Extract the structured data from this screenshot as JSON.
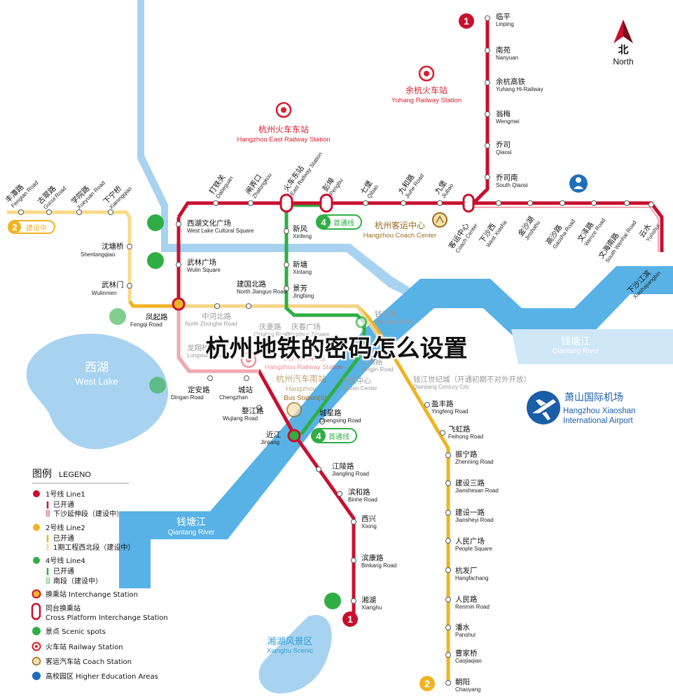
{
  "title": "杭州地铁的密码怎么设置",
  "north": {
    "cn": "北",
    "en": "North"
  },
  "colors": {
    "line1": "#c8102e",
    "line2": "#f0b323",
    "line4": "#2fae45",
    "water": "#a8d3f0",
    "river": "#58b2e6"
  },
  "lines": {
    "line1": {
      "badge": "1"
    },
    "line2": {
      "badge": "2",
      "label_cn": "建设中"
    },
    "line4": {
      "badge": "4",
      "label_cn": "首通线"
    }
  },
  "stations": [
    {
      "cn": "临平",
      "en": "Linping"
    },
    {
      "cn": "南苑",
      "en": "Nanyuan"
    },
    {
      "cn": "余杭高铁",
      "en": "Yuhang Hi-Railway"
    },
    {
      "cn": "翁梅",
      "en": "Wengmei"
    },
    {
      "cn": "乔司",
      "en": "Qiaosi"
    },
    {
      "cn": "乔司南",
      "en": "South Qiaosi"
    },
    {
      "cn": "打铁关",
      "en": "Datieguan"
    },
    {
      "cn": "闸弄口",
      "en": "Zhalongkou"
    },
    {
      "cn": "火车东站",
      "en": "East Railway Station"
    },
    {
      "cn": "彭埠",
      "en": "Pengbu"
    },
    {
      "cn": "七堡",
      "en": "Qibao"
    },
    {
      "cn": "九和路",
      "en": "Jiuhe Road"
    },
    {
      "cn": "九堡",
      "en": "Jiubao"
    },
    {
      "cn": "客运中心",
      "en": "Coach Center"
    },
    {
      "cn": "下沙西",
      "en": "West Xiasha"
    },
    {
      "cn": "金沙湖",
      "en": "Jinshahu"
    },
    {
      "cn": "高沙路",
      "en": "Gaosha Road"
    },
    {
      "cn": "文泽路",
      "en": "Wenze Road"
    },
    {
      "cn": "文海南路",
      "en": "South Wenhai Road"
    },
    {
      "cn": "云水",
      "en": "Yunshui"
    },
    {
      "cn": "下沙江滨",
      "en": "Xiashajiangbin"
    },
    {
      "cn": "西湖文化广场",
      "en": "West Lake Cultural Square"
    },
    {
      "cn": "武林广场",
      "en": "Wulin Square"
    },
    {
      "cn": "凤起路",
      "en": "Fengqi Road"
    },
    {
      "cn": "龙翔桥",
      "en": "Longxiangqiao"
    },
    {
      "cn": "定安路",
      "en": "Dingan Road"
    },
    {
      "cn": "城站",
      "en": "Chengzhan"
    },
    {
      "cn": "婺江路",
      "en": "Wujiang Road"
    },
    {
      "cn": "近江",
      "en": "Jinjiang"
    },
    {
      "cn": "江陵路",
      "en": "Jiangling Road"
    },
    {
      "cn": "滨和路",
      "en": "Binhe Road"
    },
    {
      "cn": "西兴",
      "en": "Xixing"
    },
    {
      "cn": "滨康路",
      "en": "Binkang Road"
    },
    {
      "cn": "湘湖",
      "en": "Xianghu"
    },
    {
      "cn": "丰潭路",
      "en": "Fengtan Road"
    },
    {
      "cn": "古翠路",
      "en": "Gucui Road"
    },
    {
      "cn": "学院路",
      "en": "Xueyuan Road"
    },
    {
      "cn": "下宁桥",
      "en": "Xianingqiao"
    },
    {
      "cn": "沈塘桥",
      "en": "Shentangqiao"
    },
    {
      "cn": "武林门",
      "en": "Wulinmen"
    },
    {
      "cn": "中河北路",
      "en": "North Zhonghe Road"
    },
    {
      "cn": "建国北路",
      "en": "North Jianguo Road"
    },
    {
      "cn": "庆菱路",
      "en": "Qingling Road"
    },
    {
      "cn": "庆春广场",
      "en": "Qingchun Square"
    },
    {
      "cn": "钱江路",
      "en": "Qianjiang Road"
    },
    {
      "cn": "江锦路",
      "en": "Jiangjin Road"
    },
    {
      "cn": "市民中心",
      "en": "Citizen Center"
    },
    {
      "cn": "城星路",
      "en": "Chengxing Road"
    },
    {
      "cn": "钱江世纪城（开通初期不对外开放）",
      "en": "Qianjiang Century City"
    },
    {
      "cn": "盈丰路",
      "en": "Yingfeng Road"
    },
    {
      "cn": "飞虹路",
      "en": "Feihong Road"
    },
    {
      "cn": "振宁路",
      "en": "Zhenning Road"
    },
    {
      "cn": "建设三路",
      "en": "Jianshesan Road"
    },
    {
      "cn": "建设一路",
      "en": "Jiansheyi Road"
    },
    {
      "cn": "人民广场",
      "en": "People Square"
    },
    {
      "cn": "杭发厂",
      "en": "Hangfachang"
    },
    {
      "cn": "人民路",
      "en": "Renmin Road"
    },
    {
      "cn": "潘水",
      "en": "Panshui"
    },
    {
      "cn": "曹家桥",
      "en": "Caojiaqiao"
    },
    {
      "cn": "朝阳",
      "en": "Chaoyang"
    },
    {
      "cn": "新风",
      "en": "Xinfeng"
    },
    {
      "cn": "新塘",
      "en": "Xintang"
    },
    {
      "cn": "景芳",
      "en": "Jingfang"
    }
  ],
  "landmarks": {
    "yuhang_rail": {
      "cn": "余杭火车站",
      "en": "Yuhang Railway Station"
    },
    "east_rail": {
      "cn": "杭州火车东站",
      "en": "Hangzhou East Railway Station"
    },
    "coach_center": {
      "cn": "杭州客运中心",
      "en": "Hangzhou Coach Center"
    },
    "hz_rail": {
      "cn": "杭州火车站",
      "en": "Hangzhou Railway Station"
    },
    "bus_station": {
      "cn": "杭州汽车南站",
      "cn2": "Hangzhou",
      "en": "Bus Station(S)"
    },
    "west_lake": {
      "cn": "西湖",
      "en": "West Lake"
    },
    "qiantang_ne": {
      "cn": "钱塘江",
      "en": "Qiantang River"
    },
    "qiantang_sw": {
      "cn": "钱塘江",
      "en": "Qiantang River"
    },
    "xianghu": {
      "cn": "湘湖风景区",
      "en": "Xianghu Scenic"
    },
    "airport": {
      "cn": "萧山国际机场",
      "en1": "Hangzhou Xiaoshan",
      "en2": "International Airport"
    }
  },
  "legend": {
    "title_cn": "图例",
    "title_en": "LEGENO",
    "items": [
      "1号线 Line1",
      "已开通",
      "下沙延伸段（建设中）",
      "2号线 Line2",
      "已开通",
      "1期工程西北段（建设中）",
      "4号线 Line4",
      "已开通",
      "南段（建设中）",
      "换乘站 Interchange Station",
      "同台换乘站",
      "Cross Platform Interchange Station",
      "景点 Scenic spots",
      "火车站 Railway Station",
      "客运汽车站 Coach Station",
      "高校园区 Higher Education Areas"
    ]
  }
}
